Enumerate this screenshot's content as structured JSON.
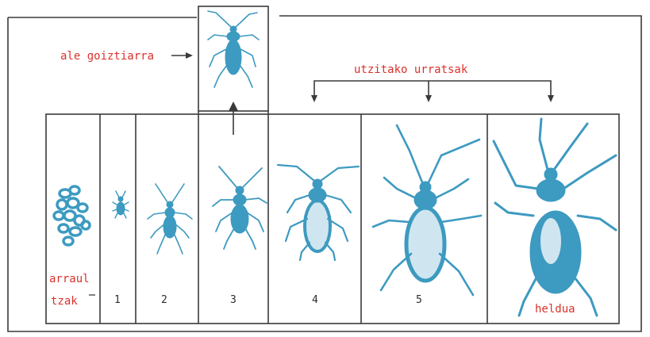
{
  "labels": {
    "early_adult": "ale goiztiarra",
    "skipped_steps": "utzitako urratsak",
    "eggs_line1": "arraul",
    "eggs_line2": "tzak",
    "adult": "heldua"
  },
  "stages": [
    "1",
    "2",
    "3",
    "4",
    "5"
  ],
  "colors": {
    "insect": "#3d9ac0",
    "label": "#d9322b",
    "frame": "#3a3a3a"
  }
}
